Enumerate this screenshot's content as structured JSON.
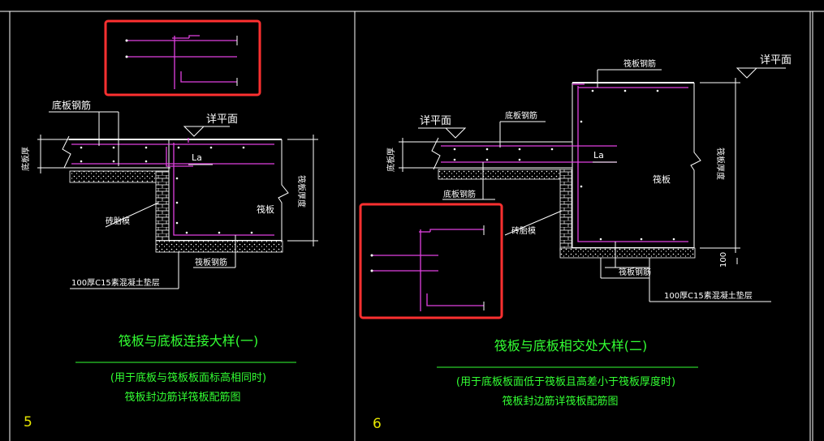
{
  "colors": {
    "background": "#000000",
    "lines": "#ffffff",
    "rebar": "#e040e0",
    "titles": "#33ff33",
    "highlight": "#ff3030",
    "numbers": "#e6e600"
  },
  "detail1": {
    "number": "5",
    "labels": {
      "bottom_rebar": "底板钢筋",
      "detail_section": "详平面",
      "bottom_thickness": "底板厚",
      "lap_length": "La",
      "raft": "筏板",
      "raft_thickness": "筏板厚度",
      "brick_mold": "砖胎模",
      "raft_rebar": "筏板钢筋",
      "cushion": "100厚C15素混凝土垫层"
    },
    "title": "筏板与底板连接大样(一)",
    "subtitle": "(用于底板与筏板板面标高相同时)",
    "note": "筏板封边筋详筏板配筋图"
  },
  "detail2": {
    "number": "6",
    "labels": {
      "detail_section_left": "详平面",
      "bottom_rebar_top": "底板钢筋",
      "raft_rebar_top": "筏板钢筋",
      "detail_section_right": "详平面",
      "bottom_thickness": "底板厚",
      "lap_length": "La",
      "raft": "筏板",
      "raft_thickness": "筏板厚度",
      "bottom_rebar_lower": "底板钢筋",
      "brick_mold": "砖胎模",
      "raft_rebar": "筏板钢筋",
      "dim_100": "100",
      "cushion": "100厚C15素混凝土垫层"
    },
    "title": "筏板与底板相交处大样(二)",
    "subtitle": "(用于底板板面低于筏板且高差小于筏板厚度时)",
    "note": "筏板封边筋详筏板配筋图"
  }
}
